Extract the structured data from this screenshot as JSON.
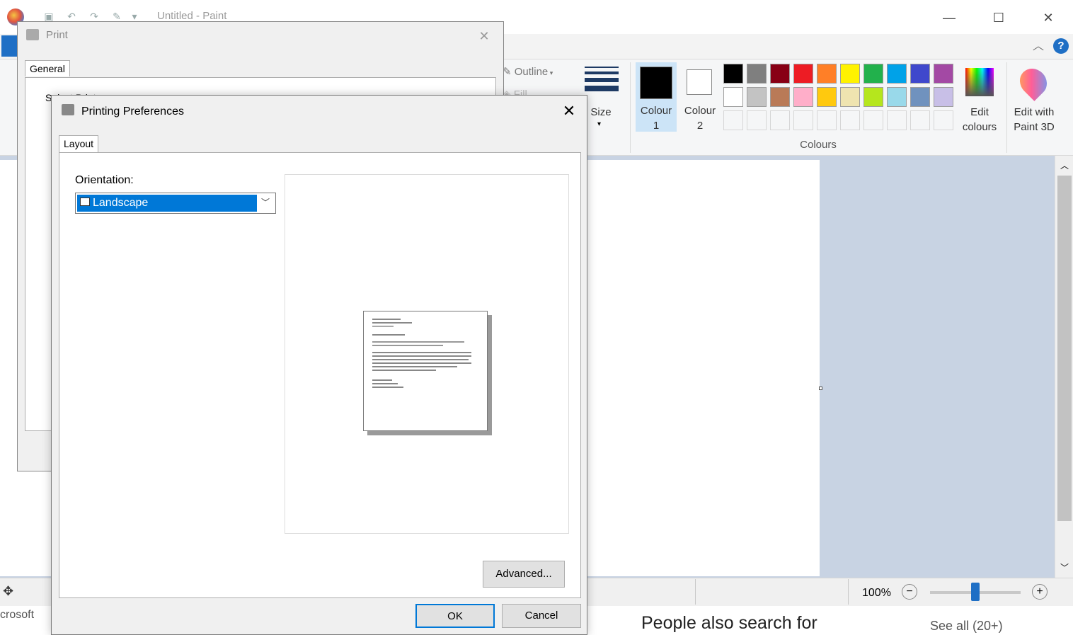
{
  "paint": {
    "title": "Untitled - Paint",
    "window_controls": {
      "minimize": "—",
      "maximize": "☐",
      "close": "✕"
    },
    "ribbon": {
      "outline_label": "Outline",
      "fill_label": "Fill",
      "size_label": "Size",
      "colour1_label": "Colour 1",
      "colour2_label": "Colour 2",
      "colours_group": "Colours",
      "edit_colours_label": "Edit colours",
      "edit_paint3d_label": "Edit with Paint 3D"
    },
    "palette_row1": [
      "#000000",
      "#7f7f7f",
      "#880015",
      "#ed1c24",
      "#ff7f27",
      "#fff200",
      "#22b14c",
      "#00a2e8",
      "#3f48cc",
      "#a349a4"
    ],
    "palette_row2": [
      "#ffffff",
      "#c3c3c3",
      "#b97a57",
      "#ffaec9",
      "#ffc90e",
      "#efe4b0",
      "#b5e61d",
      "#99d9ea",
      "#7092be",
      "#c8bfe7"
    ],
    "colour1_value": "#000000",
    "colour2_value": "#ffffff",
    "status": {
      "zoom": "100%"
    }
  },
  "print_dialog": {
    "title": "Print",
    "tab_general": "General",
    "select_printer": "Select Printer"
  },
  "prefs_dialog": {
    "title": "Printing Preferences",
    "tab_layout": "Layout",
    "orientation_label": "Orientation:",
    "orientation_value": "Landscape",
    "advanced_label": "Advanced...",
    "ok_label": "OK",
    "cancel_label": "Cancel"
  },
  "web": {
    "left_fragment": "crosoft",
    "people_also": "People also search for",
    "see_all": "See all (20+)"
  }
}
